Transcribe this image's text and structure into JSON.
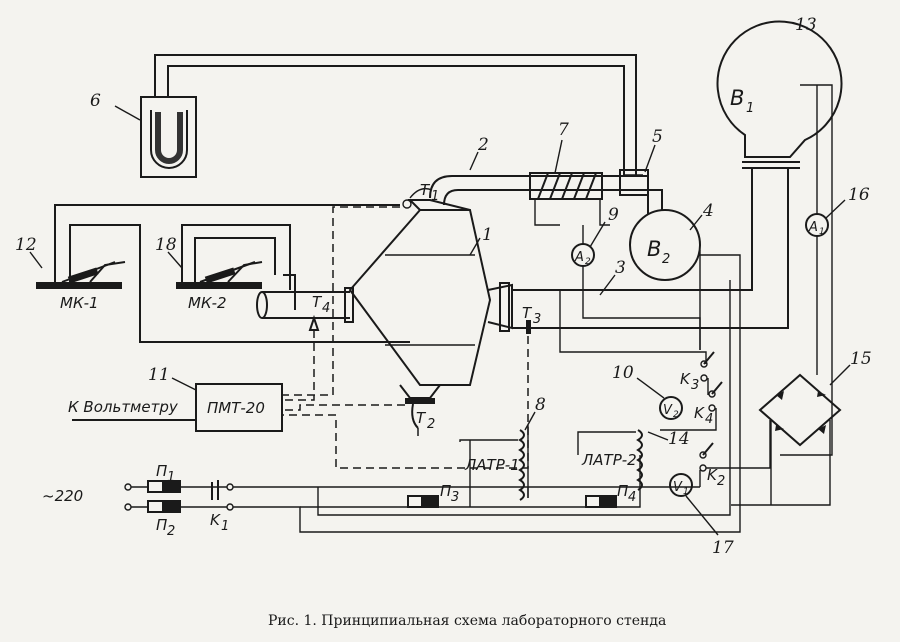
{
  "caption": "Рис. 1. Принципиальная схема лабораторного стенда",
  "callouts": {
    "n1": "1",
    "n2": "2",
    "n3": "3",
    "n4": "4",
    "n5": "5",
    "n6": "6",
    "n7": "7",
    "n8": "8",
    "n9": "9",
    "n10": "10",
    "n11": "11",
    "n12": "12",
    "n13": "13",
    "n14": "14",
    "n15": "15",
    "n16": "16",
    "n17": "17",
    "n18": "18"
  },
  "labels": {
    "mk1": "МК-1",
    "mk2": "МК-2",
    "pmt": "ПМТ-20",
    "to_voltmeter": "К Вольтметру",
    "latr1": "ЛАТР-1",
    "latr2": "ЛАТР-2",
    "b1": "В",
    "b1_sub": "1",
    "b2": "В",
    "b2_sub": "2",
    "supply": "~220",
    "a1": "A",
    "a1_sub": "1",
    "a2": "A",
    "a2_sub": "2",
    "v1": "V",
    "v1_sub": "1",
    "v2": "V",
    "v2_sub": "2",
    "t1": "T",
    "t1_sub": "1",
    "t2": "T",
    "t2_sub": "2",
    "t3": "T",
    "t3_sub": "3",
    "t4": "T",
    "t4_sub": "4",
    "p1": "П",
    "p1_sub": "1",
    "p2": "П",
    "p2_sub": "2",
    "p3": "П",
    "p3_sub": "3",
    "p4": "П",
    "p4_sub": "4",
    "k1": "K",
    "k1_sub": "1",
    "k2": "K",
    "k2_sub": "2",
    "k3": "K",
    "k3_sub": "3",
    "k4": "K",
    "k4_sub": "4"
  }
}
